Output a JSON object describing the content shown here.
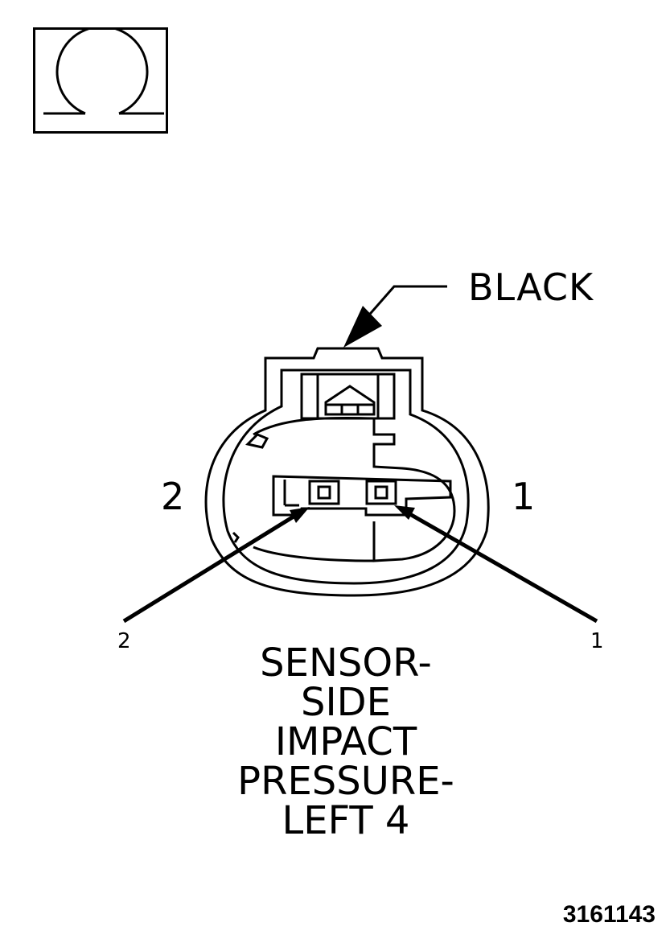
{
  "icon": {
    "name": "ohm-icon"
  },
  "connector": {
    "color_label": "BLACK",
    "cavity_label_left": "2",
    "cavity_label_right": "1",
    "pin_callout_left": "2",
    "pin_callout_right": "1"
  },
  "title": {
    "lines": [
      "SENSOR-",
      "SIDE",
      "IMPACT",
      "PRESSURE-",
      "LEFT 4"
    ]
  },
  "figure_id": "3161143"
}
